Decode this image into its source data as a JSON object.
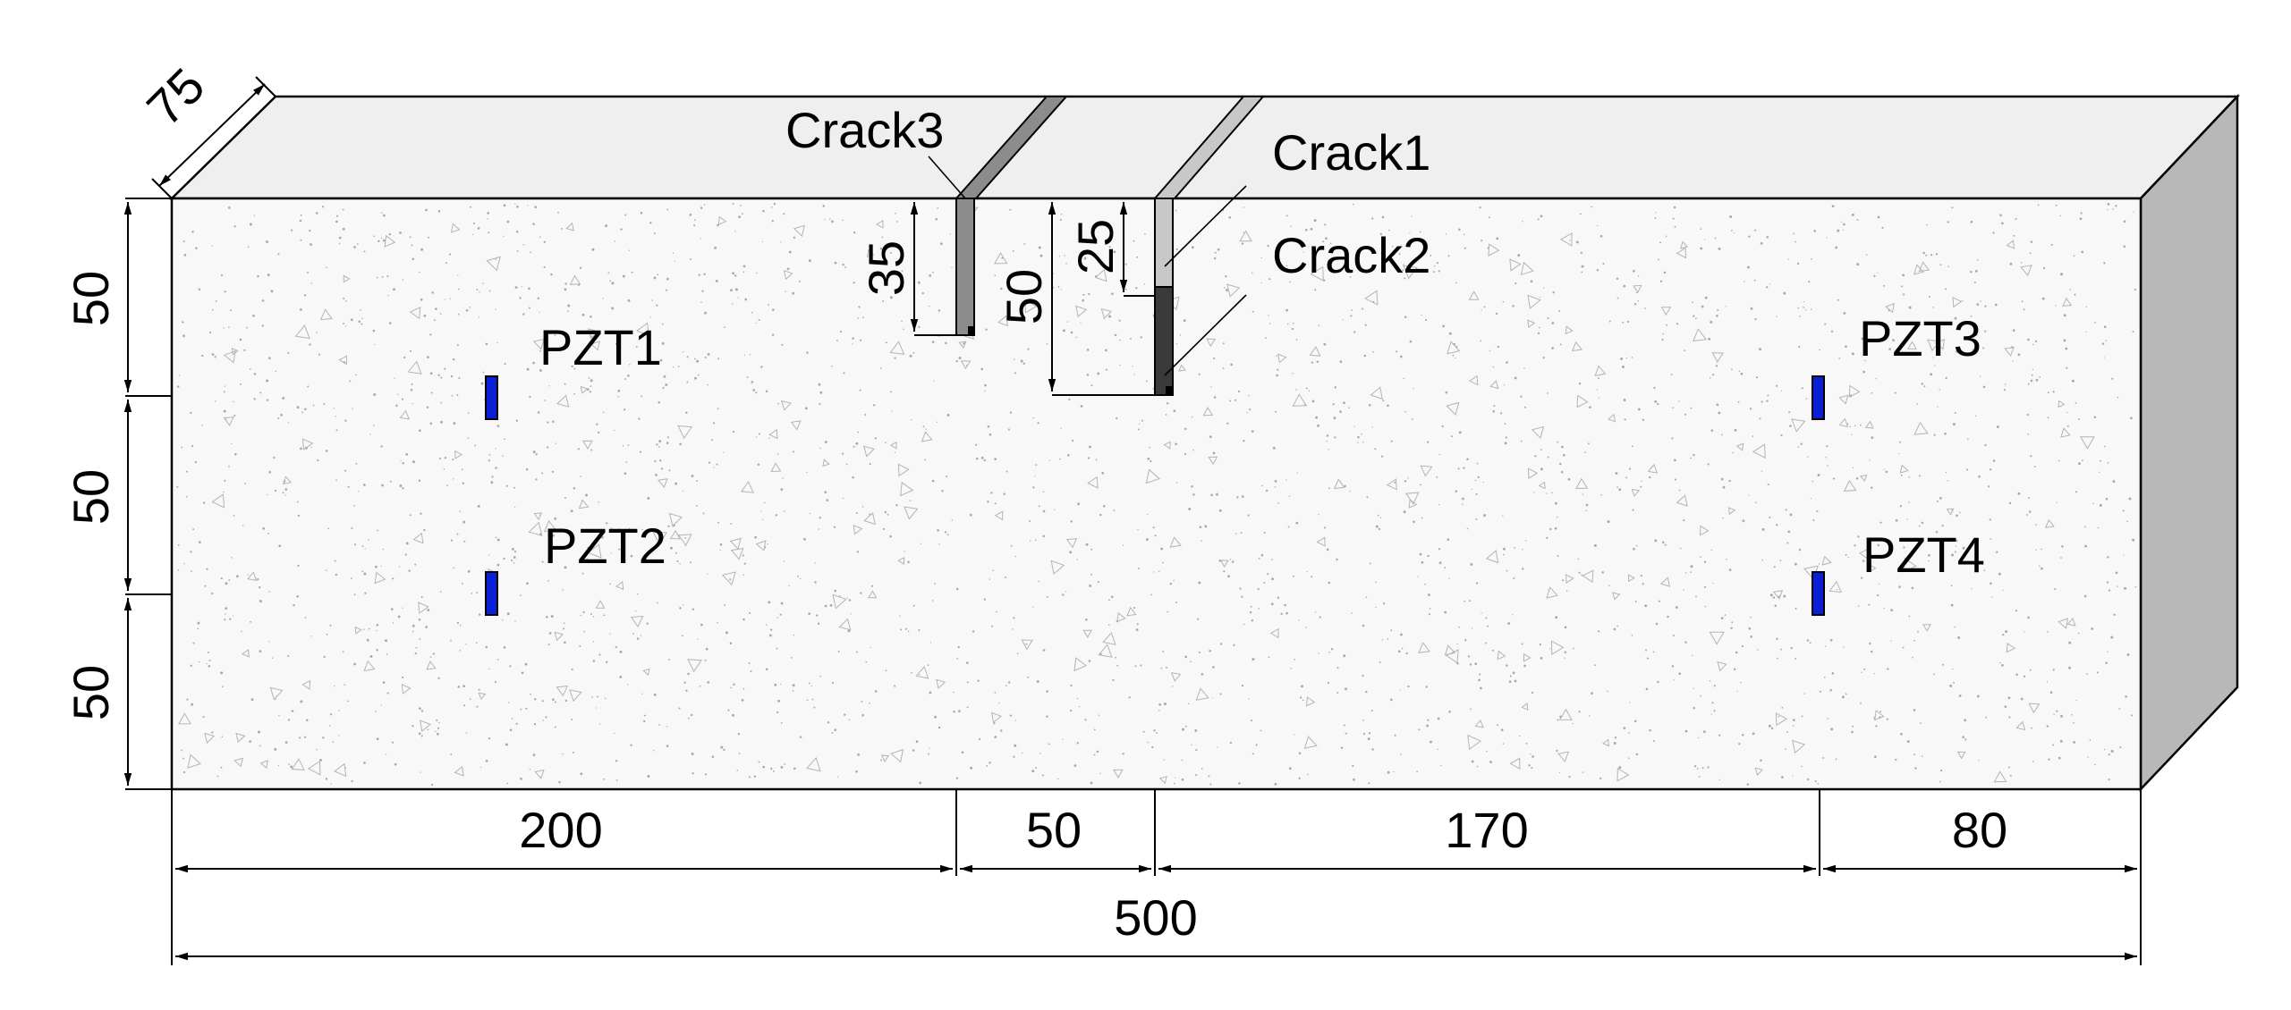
{
  "colors": {
    "background": "#ffffff",
    "top_face": "#efefef",
    "front_face": "#f8f8f8",
    "side_face": "#b8b8b8",
    "crack_shallow": "#c8c8c8",
    "crack_mid": "#8c8c8c",
    "crack_deep": "#3a3a3a",
    "sensor": "#0a1fd6",
    "stroke": "#000000"
  },
  "dimensions": {
    "depth": "75",
    "height_segments": [
      "50",
      "50",
      "50"
    ],
    "length_segments": [
      "200",
      "50",
      "170",
      "80"
    ],
    "total_length": "500",
    "crack3_depth": "35",
    "crack2_depth": "50",
    "crack1_depth": "25"
  },
  "cracks": [
    {
      "name": "Crack3"
    },
    {
      "name": "Crack1"
    },
    {
      "name": "Crack2"
    }
  ],
  "sensors": [
    {
      "name": "PZT1"
    },
    {
      "name": "PZT2"
    },
    {
      "name": "PZT3"
    },
    {
      "name": "PZT4"
    }
  ]
}
